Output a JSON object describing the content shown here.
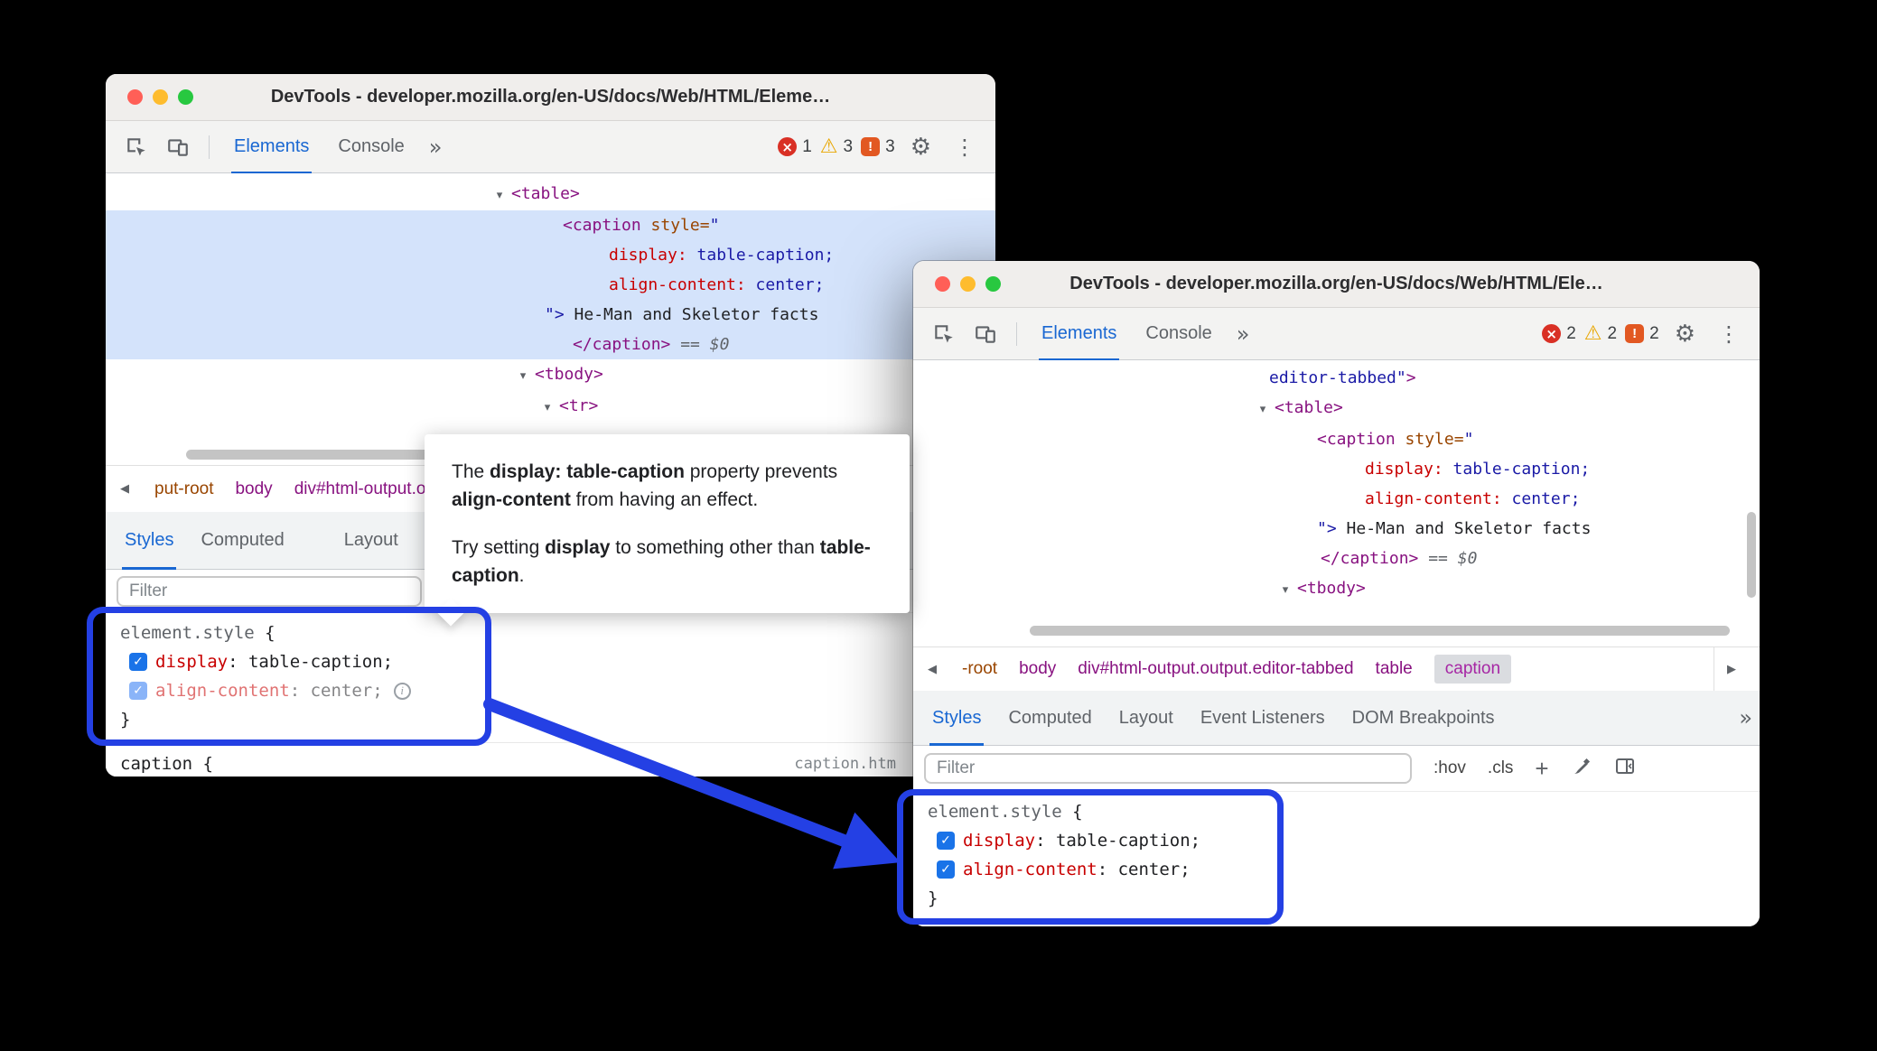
{
  "accent": "#2440e4",
  "icons": {
    "expand": "▾",
    "back": "◀",
    "forward": "▶",
    "more_tabs": "»",
    "gear": "⚙",
    "kebab": "⋮",
    "warning": "⚠",
    "error_x": "×",
    "issue": "!",
    "check": "✓",
    "info": "i",
    "plus": "+"
  },
  "toolbar_labels": {
    "elements": "Elements",
    "console": "Console"
  },
  "left": {
    "title": "DevTools - developer.mozilla.org/en-US/docs/Web/HTML/Eleme…",
    "badges": {
      "errors": "1",
      "warnings": "3",
      "issues": "3"
    },
    "tree": {
      "table_tag": "<table>",
      "caption_open": "<caption",
      "style_attr": " style=",
      "quote_open": "\"",
      "prop_display": "display:",
      "val_display": " table-caption;",
      "prop_align": "align-content:",
      "val_align": " center;",
      "quote_close": "\">",
      "caption_text": " He-Man and Skeletor facts",
      "caption_close": "</caption>",
      "eq_hint": " == ",
      "dollar": "$0",
      "tbody_tag": "<tbody>",
      "tr_tag": "<tr>"
    },
    "crumbs": [
      "put-root",
      "body",
      "div#html-output.output.editor-tabbed"
    ],
    "panel_tabs": [
      "Styles",
      "Computed",
      "Layout"
    ],
    "filter_placeholder": "Filter",
    "styles": {
      "selector": "element.style",
      "brace_open": " {",
      "prop1": "display",
      "val1": ": table-caption;",
      "prop2": "align-content",
      "val2": ": center;",
      "brace_close": "}",
      "next_selector": "caption {",
      "source_file": "caption.htm"
    }
  },
  "right": {
    "title": "DevTools - developer.mozilla.org/en-US/docs/Web/HTML/Ele…",
    "badges": {
      "errors": "2",
      "warnings": "2",
      "issues": "2"
    },
    "tree": {
      "attr_tail": "editor-tabbed\"",
      "tag_close": ">",
      "table_tag": "<table>",
      "caption_open": "<caption",
      "style_attr": " style=",
      "quote_open": "\"",
      "prop_display": "display:",
      "val_display": " table-caption;",
      "prop_align": "align-content:",
      "val_align": " center;",
      "quote_close": "\">",
      "caption_text": " He-Man and Skeletor facts",
      "caption_close": "</caption>",
      "eq_hint": " == ",
      "dollar": "$0",
      "tbody_tag": "<tbody>"
    },
    "crumbs": [
      "-root",
      "body",
      "div#html-output.output.editor-tabbed",
      "table",
      "caption"
    ],
    "panel_tabs": [
      "Styles",
      "Computed",
      "Layout",
      "Event Listeners",
      "DOM Breakpoints"
    ],
    "filter_placeholder": "Filter",
    "styles_toolbar": {
      "hov": ":hov",
      "cls": ".cls"
    },
    "styles": {
      "selector": "element.style",
      "brace_open": " {",
      "prop1": "display",
      "val1": ": table-caption;",
      "prop2": "align-content",
      "val2": ": center;",
      "brace_close": "}"
    }
  },
  "tooltip": {
    "p1": [
      "The ",
      "display: table-caption",
      " property prevents ",
      "align-content",
      " from having an effect."
    ],
    "p2": [
      "Try setting ",
      "display",
      " to something other than ",
      "table-caption",
      "."
    ]
  }
}
